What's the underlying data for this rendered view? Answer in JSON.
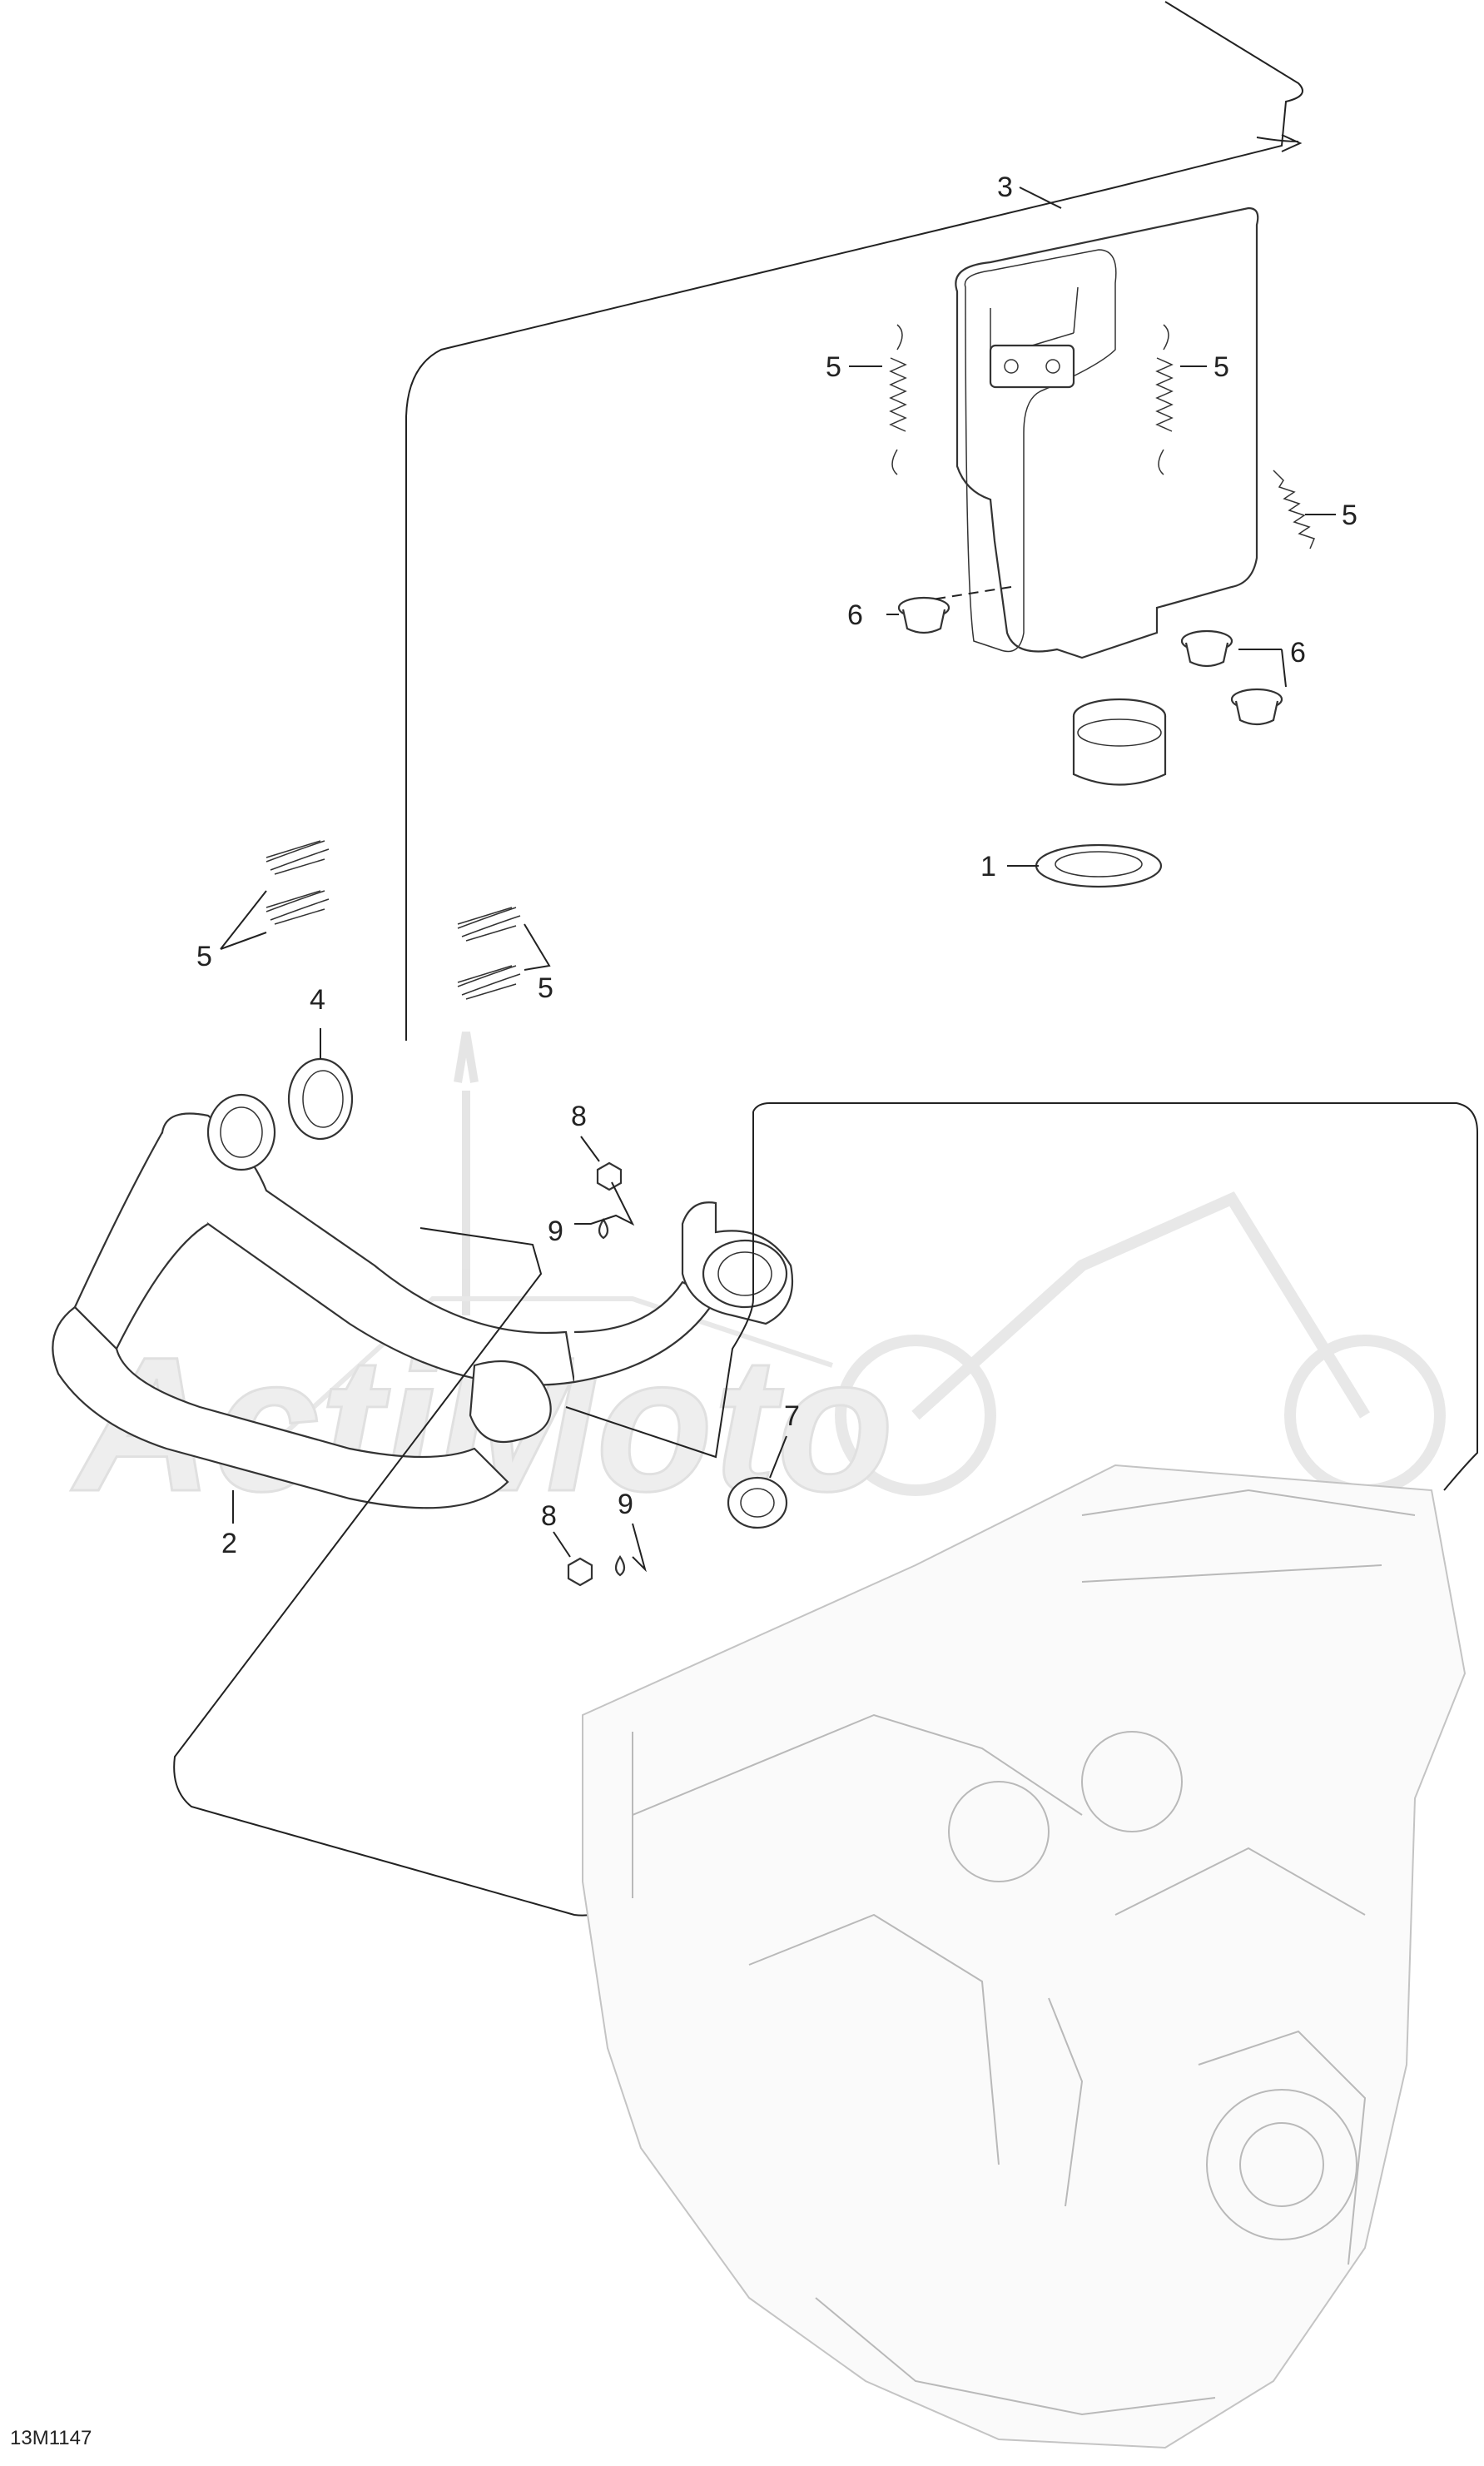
{
  "figure_id": "13M1147",
  "watermark_text": "ActiMoto",
  "callouts": {
    "c1": "1",
    "c2": "2",
    "c3": "3",
    "c4": "4",
    "c5": "5",
    "c6": "6",
    "c7": "7",
    "c8": "8",
    "c9": "9"
  }
}
